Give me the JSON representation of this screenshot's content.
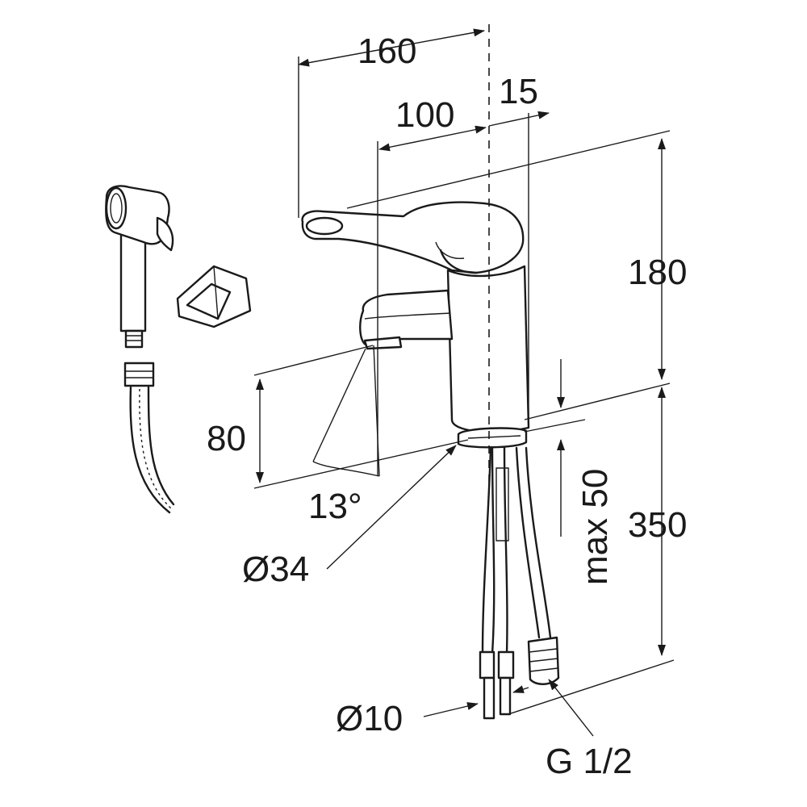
{
  "dimensions": {
    "width_total": "160",
    "width_spout": "100",
    "offset": "15",
    "height_body": "180",
    "spout_height": "80",
    "angle": "13°",
    "base_diameter": "Ø34",
    "max_thickness": "max 50",
    "hose_length": "350",
    "hose_diameter": "Ø10",
    "thread": "G 1/2"
  },
  "colors": {
    "line": "#1a1a1a",
    "background": "#ffffff"
  }
}
